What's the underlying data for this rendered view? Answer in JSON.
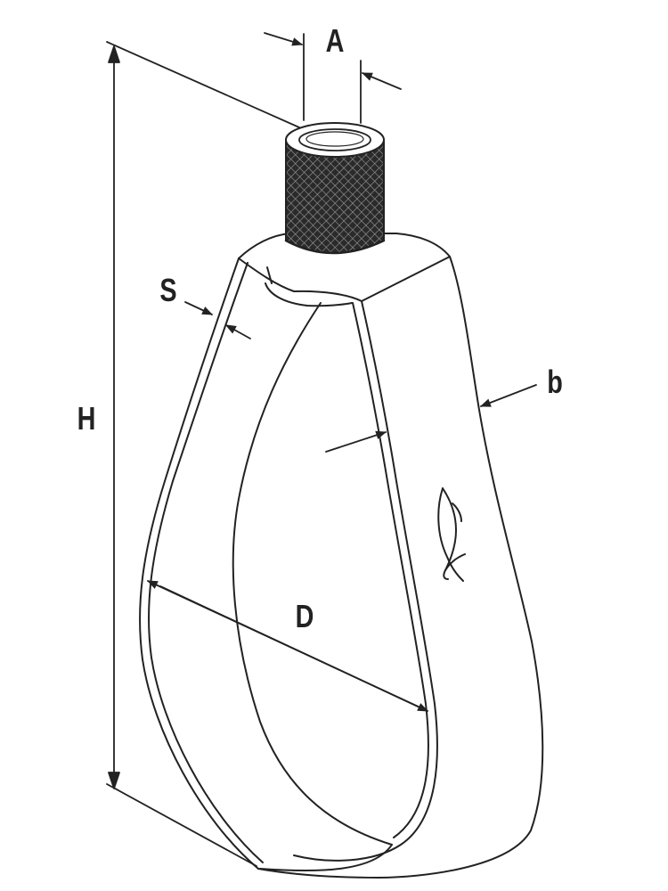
{
  "labels": {
    "A": "A",
    "S": "S",
    "H": "H",
    "b": "b",
    "D": "D"
  },
  "colors": {
    "stroke": "#222222",
    "thread_fill": "#2a2a2a",
    "background": "#ffffff"
  },
  "icons": {
    "logo": "fish-logo-icon"
  }
}
